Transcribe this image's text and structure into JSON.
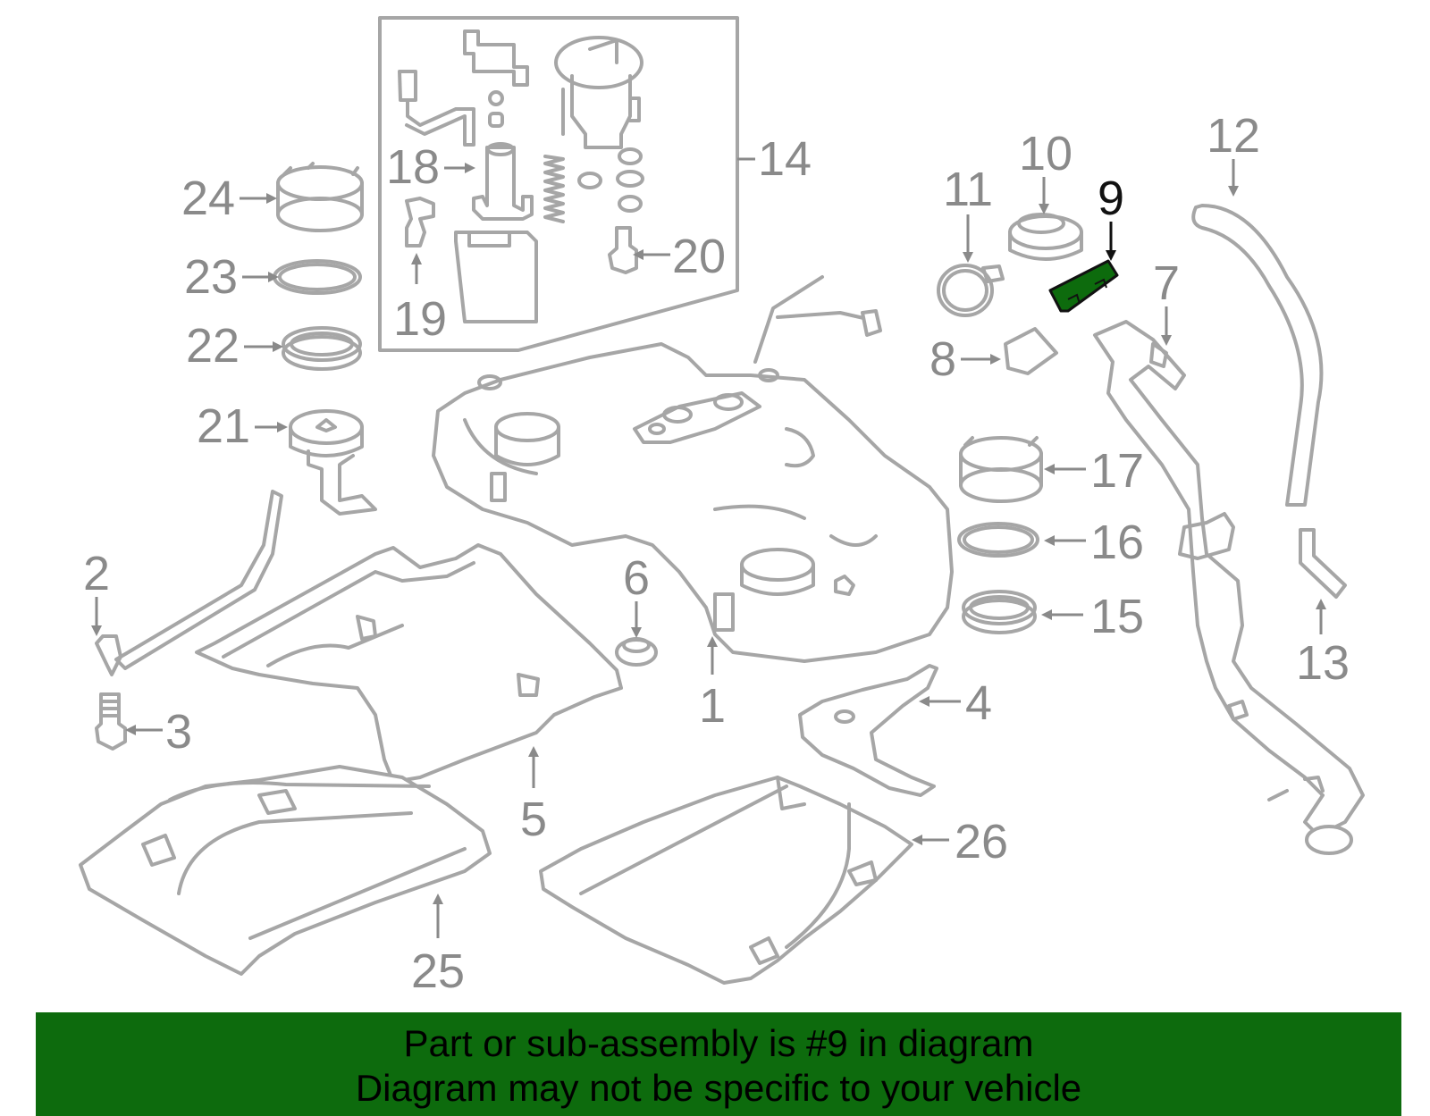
{
  "callouts": {
    "n1": "1",
    "n2": "2",
    "n3": "3",
    "n4": "4",
    "n5": "5",
    "n6": "6",
    "n7": "7",
    "n8": "8",
    "n9": "9",
    "n10": "10",
    "n11": "11",
    "n12": "12",
    "n13": "13",
    "n14": "14",
    "n15": "15",
    "n16": "16",
    "n17": "17",
    "n18": "18",
    "n19": "19",
    "n20": "20",
    "n21": "21",
    "n22": "22",
    "n23": "23",
    "n24": "24",
    "n25": "25",
    "n26": "26"
  },
  "highlighted_part": "9",
  "colors": {
    "highlight": "#0d6b0d",
    "banner": "#0d6b0d",
    "part_line": "#a6a6a6",
    "callout_text": "#8a8a8a"
  },
  "banner": {
    "line1": "Part or sub-assembly is #9 in diagram",
    "line2": "Diagram may not be specific to your vehicle"
  }
}
